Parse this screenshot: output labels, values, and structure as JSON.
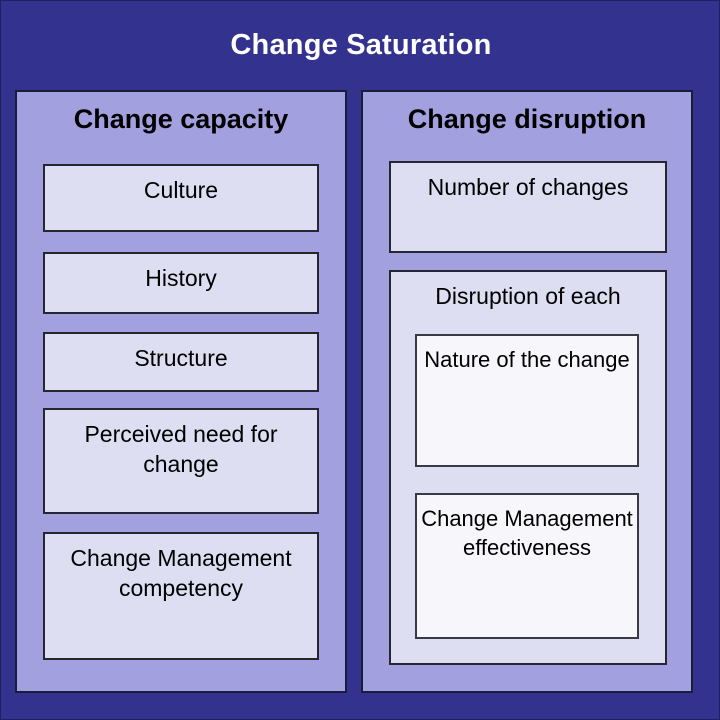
{
  "title": "Change Saturation",
  "theme": {
    "outer_background": "#34328f",
    "column_background": "#a3a0e0",
    "box_background": "#dedef2",
    "nested_box_background": "#f6f6fb",
    "title_color": "#ffffff",
    "text_color": "#000000",
    "border_color": "#262630"
  },
  "columns": [
    {
      "header": "Change capacity",
      "items": [
        {
          "label": "Culture"
        },
        {
          "label": "History"
        },
        {
          "label": "Structure"
        },
        {
          "label": "Perceived need for change"
        },
        {
          "label": "Change Management competency"
        }
      ]
    },
    {
      "header": "Change disruption",
      "items": [
        {
          "label": "Number of changes"
        },
        {
          "label": "Disruption of each",
          "children": [
            {
              "label": "Nature of the change"
            },
            {
              "label": "Change Management effectiveness"
            }
          ]
        }
      ]
    }
  ]
}
